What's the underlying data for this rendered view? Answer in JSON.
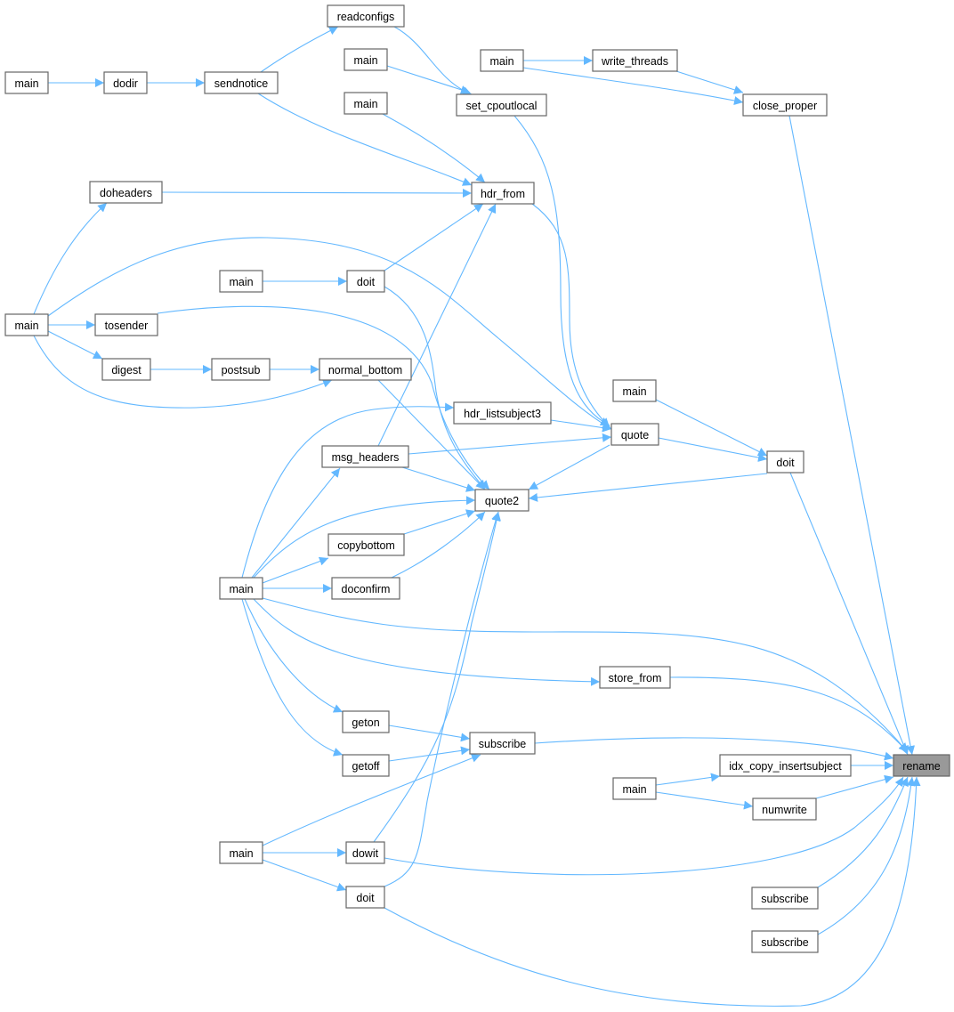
{
  "graph": {
    "type": "caller-graph",
    "focus": "n_rename",
    "colors": {
      "edge": "#63b8ff",
      "node_border": "#666666",
      "focus_fill": "#999999"
    },
    "nodes": {
      "n_readconfigs": "readconfigs",
      "n_main_a": "main",
      "n_main_b": "main",
      "n_write_threads": "write_threads",
      "n_main_c": "main",
      "n_dodir": "dodir",
      "n_sendnotice": "sendnotice",
      "n_set_cpoutlocal": "set_cpoutlocal",
      "n_close_proper": "close_proper",
      "n_main_d": "main",
      "n_doheaders": "doheaders",
      "n_hdr_from": "hdr_from",
      "n_main_e": "main",
      "n_doit_a": "doit",
      "n_main_f": "main",
      "n_tosender": "tosender",
      "n_digest": "digest",
      "n_postsub": "postsub",
      "n_normal_bottom": "normal_bottom",
      "n_main_g": "main",
      "n_hdr_listsubject3": "hdr_listsubject3",
      "n_quote": "quote",
      "n_msg_headers": "msg_headers",
      "n_doit_b": "doit",
      "n_quote2": "quote2",
      "n_copybottom": "copybottom",
      "n_main_h": "main",
      "n_doconfirm": "doconfirm",
      "n_store_from": "store_from",
      "n_geton": "geton",
      "n_subscribe_a": "subscribe",
      "n_idx": "idx_copy_insertsubject",
      "n_rename": "rename",
      "n_getoff": "getoff",
      "n_main_i": "main",
      "n_numwrite": "numwrite",
      "n_main_j": "main",
      "n_dowit": "dowit",
      "n_doit_c": "doit",
      "n_subscribe_b": "subscribe",
      "n_subscribe_c": "subscribe"
    },
    "edges": [
      [
        "n_main_c",
        "n_dodir"
      ],
      [
        "n_dodir",
        "n_sendnotice"
      ],
      [
        "n_sendnotice",
        "n_readconfigs"
      ],
      [
        "n_readconfigs",
        "n_set_cpoutlocal"
      ],
      [
        "n_main_a",
        "n_set_cpoutlocal"
      ],
      [
        "n_main_b",
        "n_write_threads"
      ],
      [
        "n_main_b",
        "n_close_proper"
      ],
      [
        "n_write_threads",
        "n_close_proper"
      ],
      [
        "n_close_proper",
        "n_rename"
      ],
      [
        "n_sendnotice",
        "n_hdr_from"
      ],
      [
        "n_main_d",
        "n_hdr_from"
      ],
      [
        "n_doheaders",
        "n_hdr_from"
      ],
      [
        "n_main_f",
        "n_doheaders"
      ],
      [
        "n_main_f",
        "n_quote"
      ],
      [
        "n_main_e",
        "n_doit_a"
      ],
      [
        "n_doit_a",
        "n_hdr_from"
      ],
      [
        "n_doit_a",
        "n_quote2"
      ],
      [
        "n_main_f",
        "n_tosender"
      ],
      [
        "n_main_f",
        "n_digest"
      ],
      [
        "n_tosender",
        "n_quote2"
      ],
      [
        "n_digest",
        "n_postsub"
      ],
      [
        "n_postsub",
        "n_normal_bottom"
      ],
      [
        "n_main_f",
        "n_normal_bottom"
      ],
      [
        "n_normal_bottom",
        "n_quote2"
      ],
      [
        "n_hdr_from",
        "n_quote"
      ],
      [
        "n_set_cpoutlocal",
        "n_quote"
      ],
      [
        "n_hdr_listsubject3",
        "n_quote"
      ],
      [
        "n_msg_headers",
        "n_quote"
      ],
      [
        "n_msg_headers",
        "n_hdr_from"
      ],
      [
        "n_main_g",
        "n_doit_b"
      ],
      [
        "n_quote",
        "n_doit_b"
      ],
      [
        "n_doit_b",
        "n_quote2"
      ],
      [
        "n_quote",
        "n_quote2"
      ],
      [
        "n_main_h",
        "n_hdr_listsubject3"
      ],
      [
        "n_main_h",
        "n_msg_headers"
      ],
      [
        "n_msg_headers",
        "n_quote2"
      ],
      [
        "n_main_h",
        "n_quote2"
      ],
      [
        "n_main_h",
        "n_copybottom"
      ],
      [
        "n_main_h",
        "n_doconfirm"
      ],
      [
        "n_copybottom",
        "n_quote2"
      ],
      [
        "n_doconfirm",
        "n_quote2"
      ],
      [
        "n_main_h",
        "n_rename"
      ],
      [
        "n_main_h",
        "n_store_from"
      ],
      [
        "n_store_from",
        "n_rename"
      ],
      [
        "n_main_h",
        "n_geton"
      ],
      [
        "n_main_h",
        "n_getoff"
      ],
      [
        "n_geton",
        "n_subscribe_a"
      ],
      [
        "n_getoff",
        "n_subscribe_a"
      ],
      [
        "n_subscribe_a",
        "n_rename"
      ],
      [
        "n_idx",
        "n_rename"
      ],
      [
        "n_main_i",
        "n_idx"
      ],
      [
        "n_main_i",
        "n_numwrite"
      ],
      [
        "n_numwrite",
        "n_rename"
      ],
      [
        "n_main_j",
        "n_subscribe_a"
      ],
      [
        "n_main_j",
        "n_dowit"
      ],
      [
        "n_main_j",
        "n_doit_c"
      ],
      [
        "n_dowit",
        "n_quote2"
      ],
      [
        "n_doit_c",
        "n_quote2"
      ],
      [
        "n_dowit",
        "n_rename"
      ],
      [
        "n_doit_c",
        "n_rename"
      ],
      [
        "n_subscribe_b",
        "n_rename"
      ],
      [
        "n_subscribe_c",
        "n_rename"
      ],
      [
        "n_doit_b",
        "n_rename"
      ]
    ]
  }
}
